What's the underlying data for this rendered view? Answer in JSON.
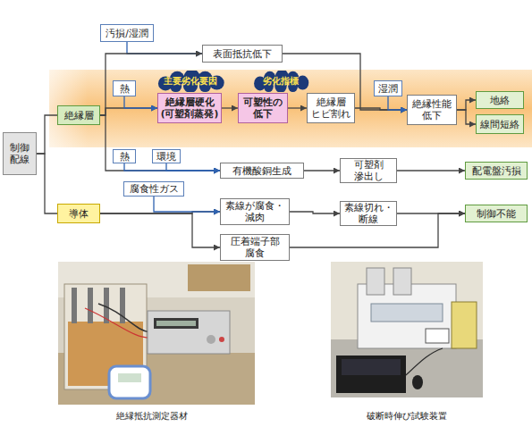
{
  "diagram": {
    "nodes": [
      {
        "text": [
          "制御 配線"
        ]
      },
      {
        "text": [
          "汚損/湿潤"
        ]
      },
      {
        "text": [
          "表面抵抗低下"
        ]
      },
      {
        "text": [
          "絶縁層"
        ]
      },
      {
        "text": [
          "熱"
        ]
      },
      {
        "text": [
          "主要劣化要因"
        ]
      },
      {
        "text": [
          "劣化指標"
        ]
      },
      {
        "text": [
          "絶縁層硬化 (可塑剤蒸発)"
        ]
      },
      {
        "text": [
          "可塑性の 低下"
        ]
      },
      {
        "text": [
          "絶縁層 ヒビ割れ"
        ]
      },
      {
        "text": [
          "湿潤"
        ]
      },
      {
        "text": [
          "絶縁性能 低下"
        ]
      },
      {
        "text": [
          "地絡"
        ]
      },
      {
        "text": [
          "線間短絡"
        ]
      },
      {
        "text": [
          "熱"
        ]
      },
      {
        "text": [
          "環境"
        ]
      },
      {
        "text": [
          "有機酸銅生成"
        ]
      },
      {
        "text": [
          "可塑剤 滲出し"
        ]
      },
      {
        "text": [
          "配電盤汚損"
        ]
      },
      {
        "text": [
          "腐食性ガス"
        ]
      },
      {
        "text": [
          "導体"
        ]
      },
      {
        "text": [
          "素線が腐食・ 減肉"
        ]
      },
      {
        "text": [
          "素線切れ・ 断線"
        ]
      },
      {
        "text": [
          "制御不能"
        ]
      },
      {
        "text": [
          "圧着端子部 腐食"
        ]
      }
    ],
    "edges": [
      {
        "from": 0,
        "to": 3,
        "arrow": "none"
      },
      {
        "from": 0,
        "to": 20,
        "arrow": "none"
      },
      {
        "from": 1,
        "to": 2,
        "arrow": "to"
      },
      {
        "from": 3,
        "to": 2,
        "arrow": "to"
      },
      {
        "from": 3,
        "to": 7,
        "arrow": "to"
      },
      {
        "from": 4,
        "to": 7,
        "arrow": "to"
      },
      {
        "from": 7,
        "to": 8,
        "arrow": "to"
      },
      {
        "from": 8,
        "to": 9,
        "arrow": "to"
      },
      {
        "from": 9,
        "to": 11,
        "arrow": "to"
      },
      {
        "from": 2,
        "to": 11,
        "arrow": "to"
      },
      {
        "from": 10,
        "to": 11,
        "arrow": "to"
      },
      {
        "from": 11,
        "to": 12,
        "arrow": "to"
      },
      {
        "from": 11,
        "to": 13,
        "arrow": "to"
      },
      {
        "from": 3,
        "to": 16,
        "arrow": "to"
      },
      {
        "from": 14,
        "to": 16,
        "arrow": "to"
      },
      {
        "from": 15,
        "to": 16,
        "arrow": "to"
      },
      {
        "from": 16,
        "to": 17,
        "arrow": "to"
      },
      {
        "from": 17,
        "to": 18,
        "arrow": "to"
      },
      {
        "from": 20,
        "to": 21,
        "arrow": "to"
      },
      {
        "from": 19,
        "to": 21,
        "arrow": "to"
      },
      {
        "from": 20,
        "to": 24,
        "arrow": "to"
      },
      {
        "from": 21,
        "to": 22,
        "arrow": "to"
      },
      {
        "from": 22,
        "to": 23,
        "arrow": "to"
      },
      {
        "from": 24,
        "to": 23,
        "arrow": "to"
      }
    ],
    "labels": [
      "絶縁抵抗測定器材",
      "破断時伸び試験装置"
    ]
  }
}
